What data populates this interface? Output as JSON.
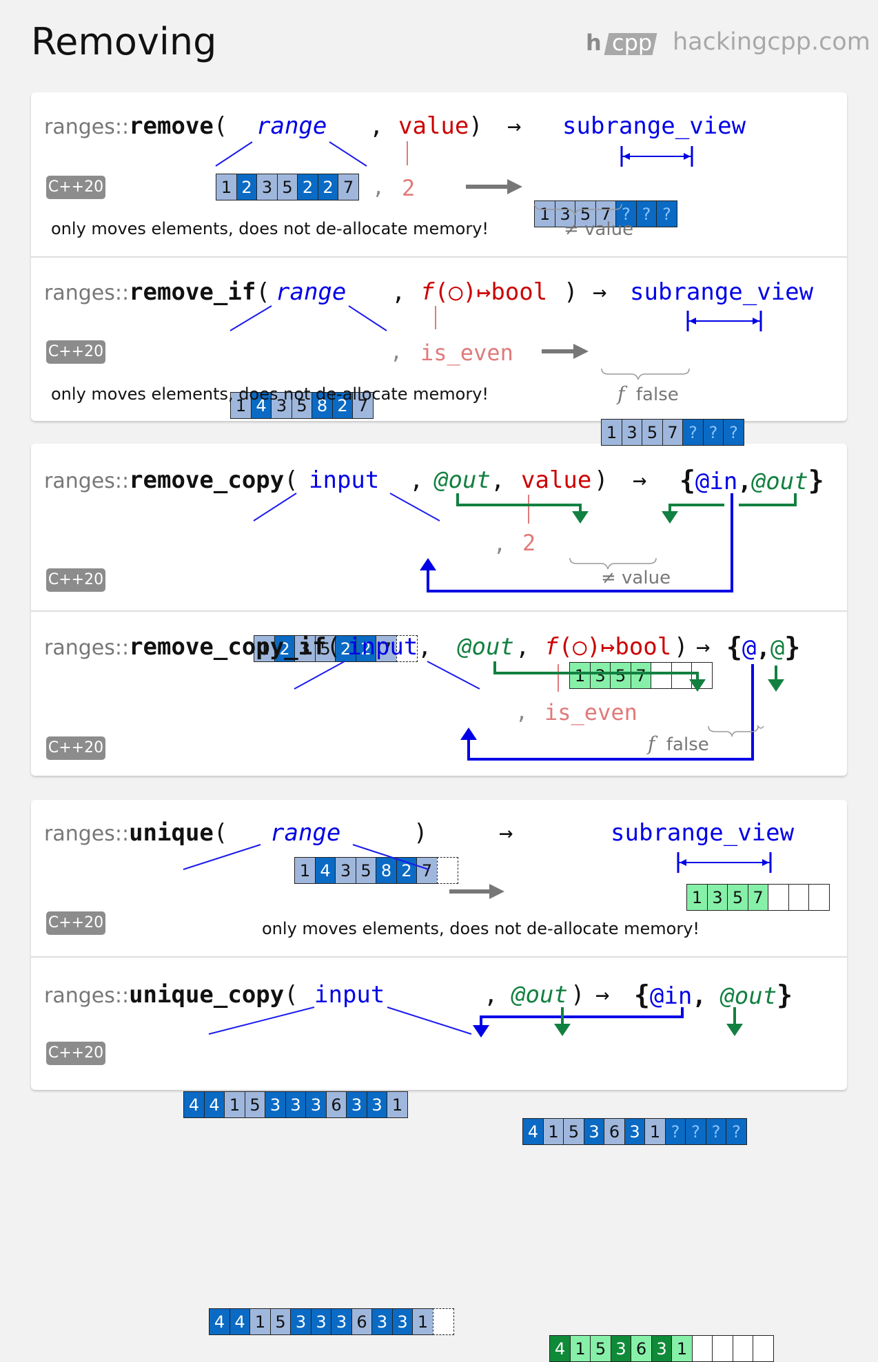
{
  "header": {
    "title": "Removing",
    "logo_h": "h",
    "logo_cpp": "cpp",
    "site": "hackingcpp.com"
  },
  "colors": {
    "light_blue": "#9fb7dc",
    "dark_blue": "#0a6ac4",
    "light_green": "#86f0a8",
    "dark_green": "#0f8a38",
    "code_blue": "#0000e6",
    "code_red": "#cc0000",
    "code_green": "#128040"
  },
  "badge": "C++20",
  "remove": {
    "ns": "ranges::",
    "name": "remove",
    "open": "(",
    "param1": "range",
    "comma": ",",
    "param2": "value",
    "close": ")",
    "arrow": "→",
    "ret": "subrange_view",
    "input": [
      "1",
      "2",
      "3",
      "5",
      "2",
      "2",
      "7"
    ],
    "input_shade": [
      "l",
      "d",
      "l",
      "l",
      "d",
      "d",
      "l"
    ],
    "arg_comma": ",",
    "arg": "2",
    "output": [
      "1",
      "3",
      "5",
      "7",
      "?",
      "?",
      "?"
    ],
    "output_shade": [
      "l",
      "l",
      "l",
      "l",
      "q",
      "q",
      "q"
    ],
    "brace_label": "≠ value",
    "note": "only moves elements, does not de-allocate memory!"
  },
  "remove_if": {
    "ns": "ranges::",
    "name": "remove_if",
    "open": "(",
    "param1": "range",
    "comma": ",",
    "param2_f": "f",
    "param2_rest": "(○)↦bool",
    "close": ")",
    "arrow": "→",
    "ret": "subrange_view",
    "input": [
      "1",
      "4",
      "3",
      "5",
      "8",
      "2",
      "7"
    ],
    "input_shade": [
      "l",
      "d",
      "l",
      "l",
      "d",
      "d",
      "l"
    ],
    "arg_comma": ",",
    "arg": "is_even",
    "output": [
      "1",
      "3",
      "5",
      "7",
      "?",
      "?",
      "?"
    ],
    "output_shade": [
      "l",
      "l",
      "l",
      "l",
      "q",
      "q",
      "q"
    ],
    "brace_f": "f",
    "brace_label": "false",
    "note": "only moves elements, does not de-allocate memory!"
  },
  "remove_copy": {
    "ns": "ranges::",
    "name": "remove_copy",
    "open": "(",
    "param1": "input",
    "comma1": ",",
    "param2": "@out",
    "comma2": ",",
    "param3": "value",
    "close": ")",
    "arrow": "→",
    "ret_open": "{",
    "ret_in": "@in",
    "ret_comma": ",",
    "ret_out": "@out",
    "ret_close": "}",
    "input": [
      "1",
      "2",
      "3",
      "5",
      "2",
      "2",
      "7",
      ""
    ],
    "input_shade": [
      "l",
      "d",
      "l",
      "l",
      "d",
      "d",
      "l",
      "dash"
    ],
    "arg_comma": ",",
    "arg": "2",
    "output": [
      "1",
      "3",
      "5",
      "7",
      "",
      "",
      ""
    ],
    "output_shade": [
      "g",
      "g",
      "g",
      "g",
      "e",
      "e",
      "e"
    ],
    "brace_label": "≠ value"
  },
  "remove_copy_if": {
    "ns": "ranges::",
    "name": "remove_copy_if",
    "open": "(",
    "param1": "input",
    "comma1": ",",
    "param2": "@out",
    "comma2": ",",
    "param3_f": "f",
    "param3_rest": "(○)↦bool",
    "close": ")",
    "arrow": "→",
    "ret_open": "{",
    "ret_in": "@",
    "ret_comma": ",",
    "ret_out": "@",
    "ret_close": "}",
    "input": [
      "1",
      "4",
      "3",
      "5",
      "8",
      "2",
      "7",
      ""
    ],
    "input_shade": [
      "l",
      "d",
      "l",
      "l",
      "d",
      "d",
      "l",
      "dash"
    ],
    "arg_comma": ",",
    "arg": "is_even",
    "output": [
      "1",
      "3",
      "5",
      "7",
      "",
      "",
      ""
    ],
    "output_shade": [
      "g",
      "g",
      "g",
      "g",
      "e",
      "e",
      "e"
    ],
    "brace_f": "f",
    "brace_label": "false"
  },
  "unique": {
    "ns": "ranges::",
    "name": "unique",
    "open": "(",
    "param1": "range",
    "close": ")",
    "arrow": "→",
    "ret": "subrange_view",
    "input": [
      "4",
      "4",
      "1",
      "5",
      "3",
      "3",
      "3",
      "6",
      "3",
      "3",
      "1"
    ],
    "input_shade": [
      "d",
      "d",
      "l",
      "l",
      "d",
      "d",
      "d",
      "l",
      "d",
      "d",
      "l"
    ],
    "output": [
      "4",
      "1",
      "5",
      "3",
      "6",
      "3",
      "1",
      "?",
      "?",
      "?",
      "?"
    ],
    "output_shade": [
      "d",
      "l",
      "l",
      "d",
      "l",
      "d",
      "l",
      "q",
      "q",
      "q",
      "q"
    ],
    "note": "only moves elements, does not de-allocate memory!"
  },
  "unique_copy": {
    "ns": "ranges::",
    "name": "unique_copy",
    "open": "(",
    "param1": "input",
    "comma": ",",
    "param2": "@out",
    "close": ")",
    "arrow": "→",
    "ret_open": "{",
    "ret_in": "@in",
    "ret_comma": ",",
    "ret_out": "@out",
    "ret_close": "}",
    "input": [
      "4",
      "4",
      "1",
      "5",
      "3",
      "3",
      "3",
      "6",
      "3",
      "3",
      "1",
      ""
    ],
    "input_shade": [
      "d",
      "d",
      "l",
      "l",
      "d",
      "d",
      "d",
      "l",
      "d",
      "d",
      "l",
      "dash"
    ],
    "output": [
      "4",
      "1",
      "5",
      "3",
      "6",
      "3",
      "1",
      "",
      "",
      "",
      ""
    ],
    "output_shade": [
      "dg",
      "g",
      "g",
      "dg",
      "g",
      "dg",
      "g",
      "e",
      "e",
      "e",
      "e"
    ]
  }
}
